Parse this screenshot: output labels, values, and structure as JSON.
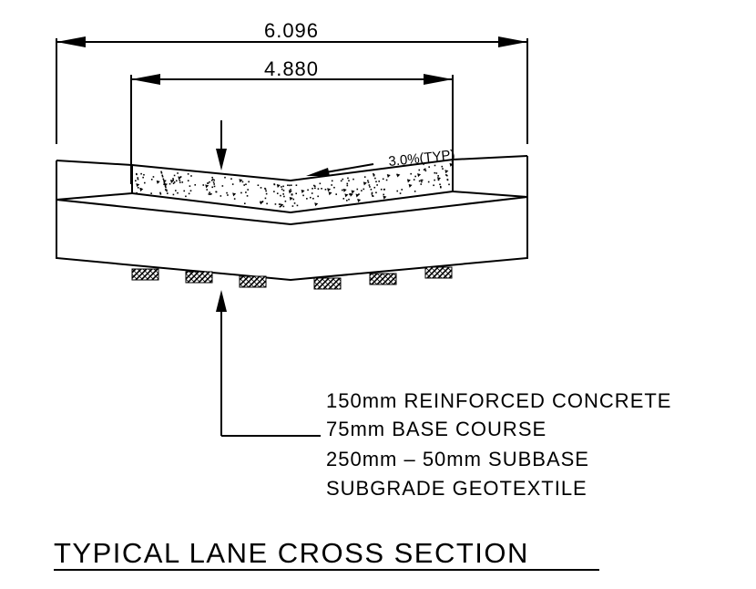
{
  "dimensions": {
    "overall_width": "6.096",
    "lane_width": "4.880"
  },
  "slope": {
    "label": "3.0%(TYP)"
  },
  "notes": {
    "layers": [
      "150mm REINFORCED CONCRETE",
      "75mm BASE COURSE",
      "250mm – 50mm SUBBASE",
      "SUBGRADE GEOTEXTILE"
    ]
  },
  "title": "TYPICAL LANE CROSS SECTION"
}
